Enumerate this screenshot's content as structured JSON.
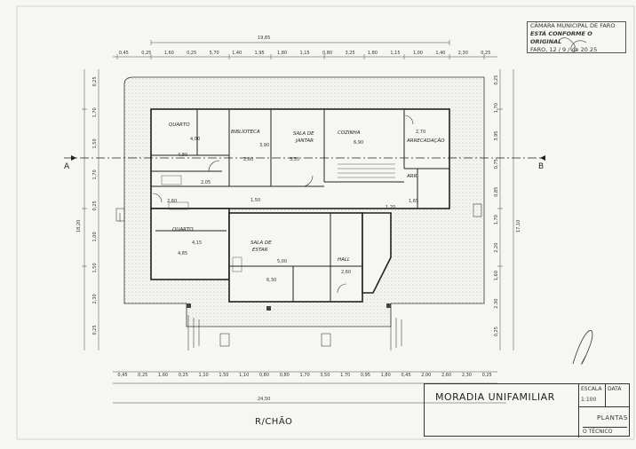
{
  "stamp": {
    "line1": "CÂMARA MUNICIPAL DE FARO",
    "line2": "ESTÁ CONFORME O ORIGINAL",
    "line3": "FARO, 12 / 9 / de 20 25"
  },
  "title_block": {
    "project": "MORADIA UNIFAMILIAR",
    "escala_label": "ESCALA",
    "escala_value": "1:100",
    "data_label": "DATA",
    "sheet": "PLANTAS",
    "tecnico": "O TÉCNICO"
  },
  "floor_label": "R/CHÃO",
  "section": {
    "left": "A",
    "right": "B"
  },
  "rooms": [
    {
      "name": "QUARTO",
      "dim1": "4,80",
      "dim2": "4,00"
    },
    {
      "name": "BIBLIOTECA",
      "dim1": "2,80",
      "dim2": "3,90"
    },
    {
      "name": "SALA DE",
      "name2": "JANTAR",
      "dim1": "3,35"
    },
    {
      "name": "COZINHA",
      "dim1": "6,90"
    },
    {
      "name": "ARRECADAÇÃO",
      "dim1": "2,70"
    },
    {
      "name": "QUARTO",
      "dim1": "4,85",
      "dim2": "4,15"
    },
    {
      "name": "SALA DE",
      "name2": "ESTAR",
      "dim1": "6,30",
      "dim2": "5,00"
    },
    {
      "name": "HALL",
      "dim1": "2,60"
    },
    {
      "name": "ARR",
      "dim1": "1,65"
    }
  ],
  "dims_top_total": "19,65",
  "dims_top": [
    "0,45",
    "0,25",
    "1,60",
    "0,25",
    "5,70",
    "1,40",
    "1,95",
    "1,80",
    "1,15",
    "0,80",
    "3,25",
    "1,80",
    "1,15",
    "1,00",
    "1,40",
    "2,30",
    "0,25"
  ],
  "dims_bottom_total": "24,50",
  "dims_bottom": [
    "0,45",
    "0,25",
    "1,60",
    "0,25",
    "1,10",
    "1,50",
    "1,10",
    "0,80",
    "0,80",
    "1,70",
    "3,50",
    "1,70",
    "0,95",
    "1,80",
    "0,45",
    "2,00",
    "2,60",
    "2,30",
    "0,25"
  ],
  "dims_left": [
    "0,25",
    "1,70",
    "1,50",
    "1,70",
    "0,25",
    "1,00",
    "1,50",
    "2,30",
    "0,25"
  ],
  "dims_left_total": "18,20",
  "dims_right": [
    "0,25",
    "1,70",
    "3,95",
    "0,75",
    "0,85",
    "1,70",
    "2,20",
    "1,60",
    "2,30",
    "0,25"
  ],
  "dims_right_total": "17,10",
  "misc": [
    "2,05",
    "2,60",
    "1,20",
    "1,50"
  ]
}
